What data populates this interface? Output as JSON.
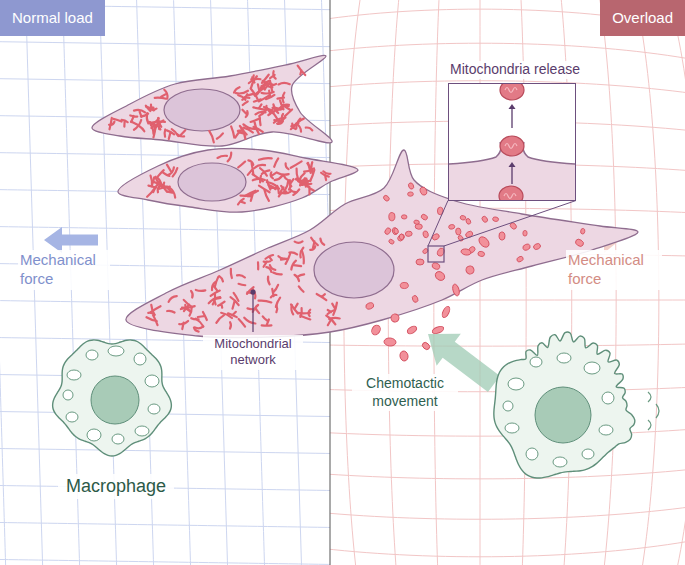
{
  "diagram": {
    "nodes": [
      {
        "text": [
          "Normal load"
        ]
      },
      {
        "text": [
          "Overload"
        ]
      },
      {
        "text": [
          "Mitochondria release"
        ]
      }
    ],
    "labels": [
      "Mechanical force",
      "Mechanical force",
      "Mitochondrial network",
      "Chemotactic movement",
      "Macrophage"
    ]
  }
}
